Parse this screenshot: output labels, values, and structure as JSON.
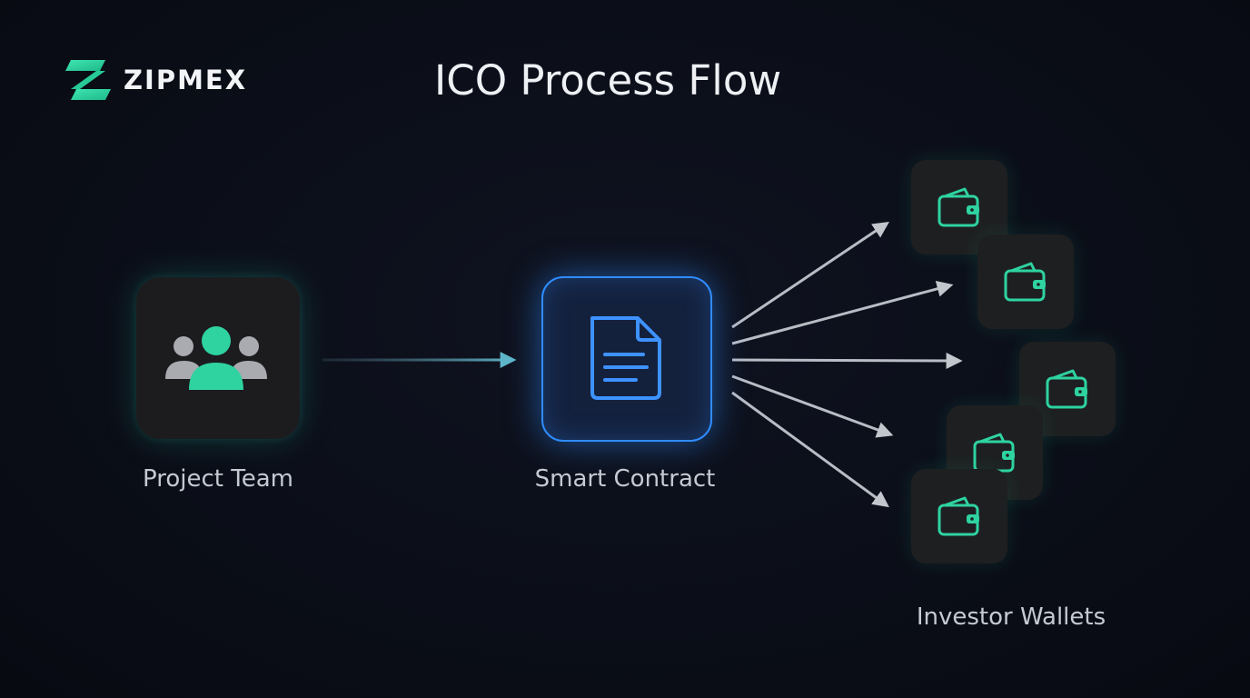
{
  "brand": {
    "name": "ZIPMEX"
  },
  "title": "ICO Process Flow",
  "nodes": {
    "team": {
      "label": "Project Team",
      "icon": "users-icon"
    },
    "contract": {
      "label": "Smart Contract",
      "icon": "document-icon"
    },
    "wallets": {
      "label": "Investor Wallets",
      "icon": "wallet-icon",
      "count": 5
    }
  },
  "colors": {
    "accent": "#2ed3a0",
    "contract_border": "#2f8cff",
    "background": "#0b0e17",
    "arrow": "#b8bcc4"
  }
}
